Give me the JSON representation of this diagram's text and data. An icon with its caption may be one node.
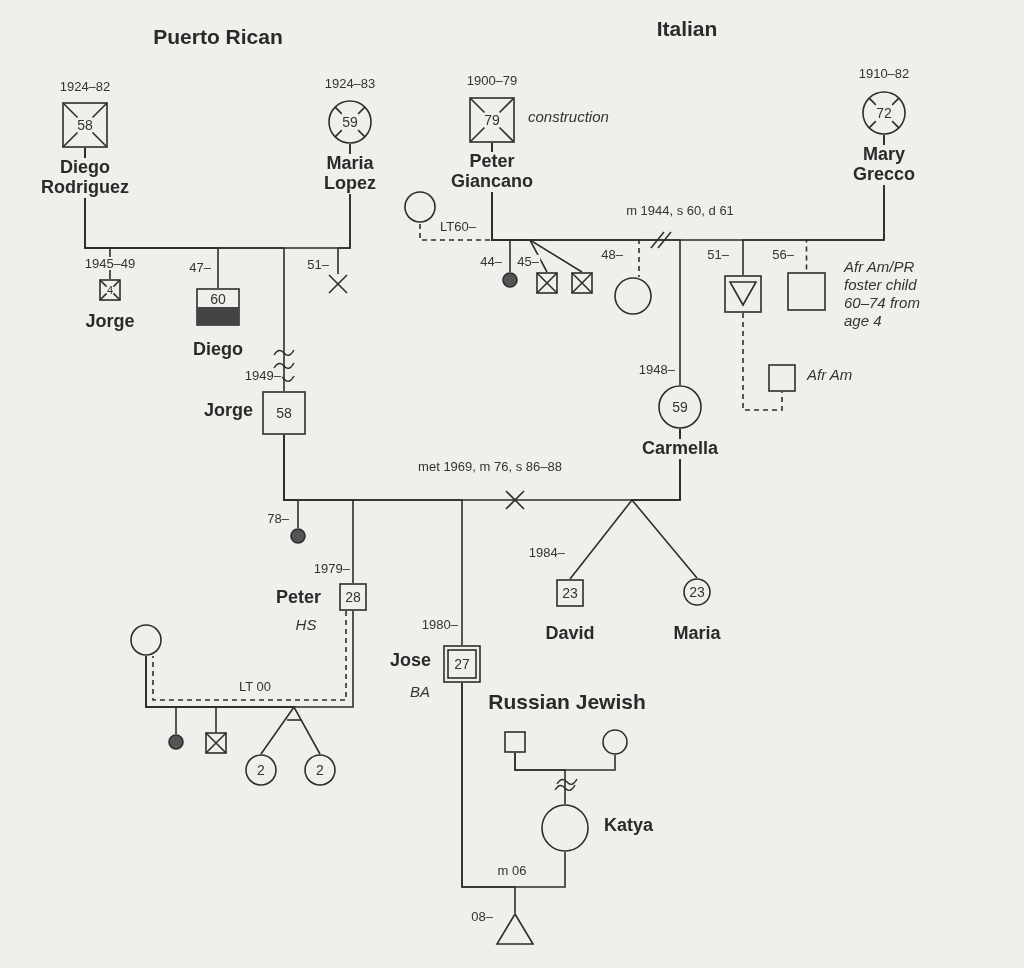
{
  "diagram": {
    "nodes": [
      {
        "text": [
          "58"
        ],
        "beside": [
          "1924–82",
          "Diego Rodriguez"
        ]
      },
      {
        "text": [
          "59"
        ],
        "beside": [
          "1924–83",
          "Maria Lopez"
        ]
      },
      {
        "text": [
          "79"
        ],
        "beside": [
          "1900–79",
          "construction",
          "Peter Giancano"
        ]
      },
      {
        "text": [
          "72"
        ],
        "beside": [
          "1910–82",
          "Mary Grecco"
        ]
      },
      {
        "text": [],
        "shape": "circle"
      },
      {
        "text": [
          "4"
        ],
        "beside": [
          "1945–49",
          "Jorge"
        ]
      },
      {
        "text": [
          "60"
        ],
        "beside": [
          "47–",
          "Diego"
        ]
      },
      {
        "text": [
          "58"
        ],
        "beside": [
          "1949–",
          "Jorge"
        ]
      },
      {
        "text": [],
        "shape": "cross",
        "beside": [
          "51–"
        ]
      },
      {
        "text": [],
        "shape": "circle",
        "beside": [
          "44–"
        ]
      },
      {
        "text": [],
        "shape": "box",
        "beside": [
          "45–"
        ]
      },
      {
        "text": [],
        "shape": "box"
      },
      {
        "text": [],
        "shape": "circle",
        "beside": [
          "48–"
        ]
      },
      {
        "text": [
          "59"
        ],
        "beside": [
          "1948–",
          "Carmella"
        ]
      },
      {
        "text": [],
        "shape": "box",
        "beside": [
          "51–"
        ]
      },
      {
        "text": [],
        "shape": "box",
        "beside": [
          "56–",
          "Afr Am/PR foster child 60–74 from age 4"
        ]
      },
      {
        "text": [],
        "shape": "box",
        "beside": [
          "Afr Am"
        ]
      },
      {
        "text": [],
        "shape": "circle",
        "beside": [
          "78–"
        ]
      },
      {
        "text": [
          "28"
        ],
        "beside": [
          "1979–",
          "Peter",
          "HS"
        ]
      },
      {
        "text": [
          "27"
        ],
        "beside": [
          "1980–",
          "Jose",
          "BA"
        ]
      },
      {
        "text": [
          "23"
        ],
        "beside": [
          "1984–",
          "David"
        ]
      },
      {
        "text": [
          "23"
        ],
        "beside": [
          "Maria"
        ]
      },
      {
        "text": [],
        "shape": "circle"
      },
      {
        "text": [],
        "shape": "circle"
      },
      {
        "text": [],
        "shape": "box"
      },
      {
        "text": [
          "2"
        ]
      },
      {
        "text": [
          "2"
        ]
      },
      {
        "text": [],
        "shape": "box"
      },
      {
        "text": [],
        "shape": "circle"
      },
      {
        "text": [],
        "shape": "circle",
        "beside": [
          "Katya"
        ]
      },
      {
        "text": [],
        "shape": "triangle",
        "beside": [
          "08–"
        ]
      }
    ],
    "edges": [
      {
        "from": 0,
        "to": 1,
        "arrow": "none"
      },
      {
        "from": 0,
        "to": 5,
        "arrow": "none"
      },
      {
        "from": 0,
        "to": 6,
        "arrow": "none"
      },
      {
        "from": 0,
        "to": 7,
        "arrow": "none"
      },
      {
        "from": 1,
        "to": 8,
        "arrow": "none"
      },
      {
        "from": 2,
        "to": 3,
        "arrow": "none",
        "label": "m 1944, s 60, d 61"
      },
      {
        "from": 2,
        "to": 4,
        "arrow": "none",
        "label": "LT60–",
        "style": "dashed"
      },
      {
        "from": 2,
        "to": 9,
        "arrow": "none"
      },
      {
        "from": 2,
        "to": 10,
        "arrow": "none"
      },
      {
        "from": 2,
        "to": 11,
        "arrow": "none"
      },
      {
        "from": 2,
        "to": 12,
        "arrow": "none",
        "style": "dashed"
      },
      {
        "from": 2,
        "to": 13,
        "arrow": "none"
      },
      {
        "from": 3,
        "to": 14,
        "arrow": "none"
      },
      {
        "from": 3,
        "to": 15,
        "arrow": "none",
        "style": "dashed"
      },
      {
        "from": 14,
        "to": 16,
        "arrow": "none",
        "style": "dashed"
      },
      {
        "from": 7,
        "to": 13,
        "arrow": "none",
        "label": "met 1969, m 76, s 86–88"
      },
      {
        "from": 7,
        "to": 17,
        "arrow": "none"
      },
      {
        "from": 7,
        "to": 18,
        "arrow": "none"
      },
      {
        "from": 7,
        "to": 19,
        "arrow": "none"
      },
      {
        "from": 13,
        "to": 20,
        "arrow": "none"
      },
      {
        "from": 13,
        "to": 21,
        "arrow": "none"
      },
      {
        "from": 18,
        "to": 22,
        "arrow": "none",
        "label": "LT 00",
        "style": "dashed"
      },
      {
        "from": 18,
        "to": 23,
        "arrow": "none"
      },
      {
        "from": 22,
        "to": 24,
        "arrow": "none"
      },
      {
        "from": 22,
        "to": 25,
        "arrow": "none"
      },
      {
        "from": 22,
        "to": 26,
        "arrow": "none"
      },
      {
        "from": 27,
        "to": 28,
        "arrow": "none"
      },
      {
        "from": 27,
        "to": 29,
        "arrow": "none"
      },
      {
        "from": 19,
        "to": 29,
        "arrow": "none",
        "label": "m 06"
      },
      {
        "from": 19,
        "to": 30,
        "arrow": "none"
      }
    ],
    "labels": [
      "Puerto Rican",
      "Italian",
      "Russian Jewish"
    ]
  }
}
